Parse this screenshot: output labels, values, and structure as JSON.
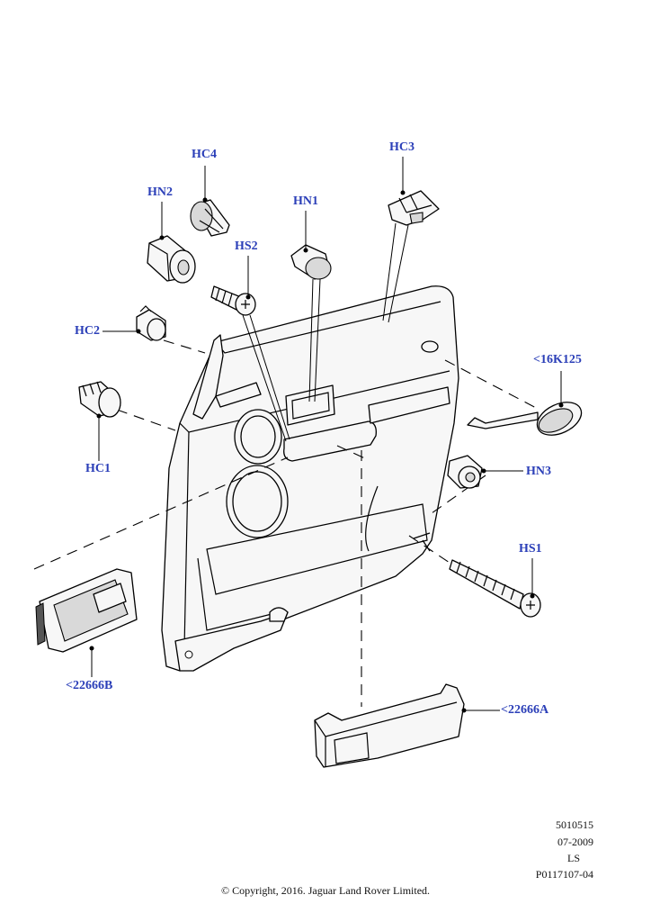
{
  "callouts": {
    "hc4": "HC4",
    "hc3": "HC3",
    "hn2": "HN2",
    "hn1": "HN1",
    "hs2": "HS2",
    "hc2": "HC2",
    "k16125": "<16K125",
    "hc1": "HC1",
    "hn3": "HN3",
    "hs1": "HS1",
    "p22666b": "<22666B",
    "p22666a": "<22666A"
  },
  "meta": {
    "ref": "5010515",
    "date": "07-2009",
    "initials": "LS",
    "part_code": "P0117107-04"
  },
  "copyright": "© Copyright, 2016. Jaguar Land Rover Limited.",
  "colors": {
    "callout": "#2b3fb8",
    "outline": "#000000"
  }
}
